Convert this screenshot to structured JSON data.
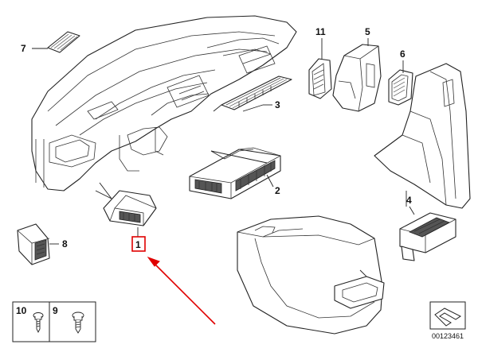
{
  "diagram": {
    "callouts": {
      "p1": "1",
      "p2": "2",
      "p3": "3",
      "p4": "4",
      "p5": "5",
      "p6": "6",
      "p7": "7",
      "p8": "8",
      "p9": "9",
      "p10": "10",
      "p11": "11"
    },
    "catalog_number": "00123461",
    "highlight_color": "#e00000",
    "arrow_color": "#e00000"
  }
}
